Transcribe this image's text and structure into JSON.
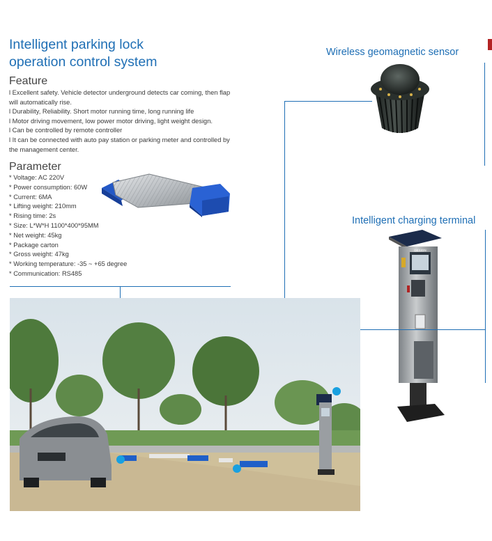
{
  "title_line1": "Intelligent parking lock",
  "title_line2": "operation control system",
  "feature": {
    "heading": "Feature",
    "items": [
      "l  Excellent safety. Vehicle detector underground detects car coming, then flap will automatically rise.",
      "l  Durability, Reliability. Short motor running time, long running life",
      "l  Motor driving movement, low power motor driving, light weight design.",
      "l  Can be controlled by remote controller",
      "l  It can be connected with auto pay station or parking meter and controlled by the management center."
    ]
  },
  "parameter": {
    "heading": "Parameter",
    "items": [
      "* Voltage: AC 220V",
      "* Power consumption: 60W",
      "* Current: 6MA",
      "* Lifting weight: 210mm",
      "* Rising time: 2s",
      "* Size: L*W*H 1100*400*95MM",
      "* Net weight: 45kg",
      "* Package carton",
      "* Gross weight: 47kg",
      "* Working temperature: -35 ~ +65 degree",
      "* Communication: RS485"
    ]
  },
  "labels": {
    "sensor": "Wireless geomagnetic sensor",
    "terminal": "Intelligent charging terminal"
  },
  "terminal_screen_brand": "DESIGN",
  "colors": {
    "accent": "#1f6fb5",
    "dot": "#19a0e0",
    "lock_blue": "#1f5fc8"
  }
}
